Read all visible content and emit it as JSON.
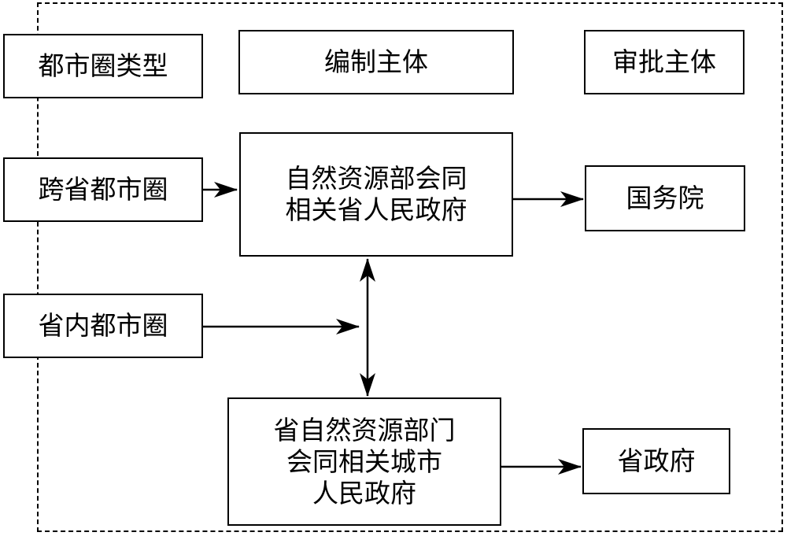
{
  "headers": {
    "type": "都市圈类型",
    "compiler": "编制主体",
    "approver": "审批主体"
  },
  "types": {
    "cross_province": "跨省都市圈",
    "intra_province": "省内都市圈"
  },
  "compilers": {
    "national": [
      "自然资源部会同",
      "相关省人民政府"
    ],
    "provincial": [
      "省自然资源部门",
      "会同相关城市",
      "人民政府"
    ]
  },
  "approvers": {
    "national": "国务院",
    "provincial": "省政府"
  }
}
